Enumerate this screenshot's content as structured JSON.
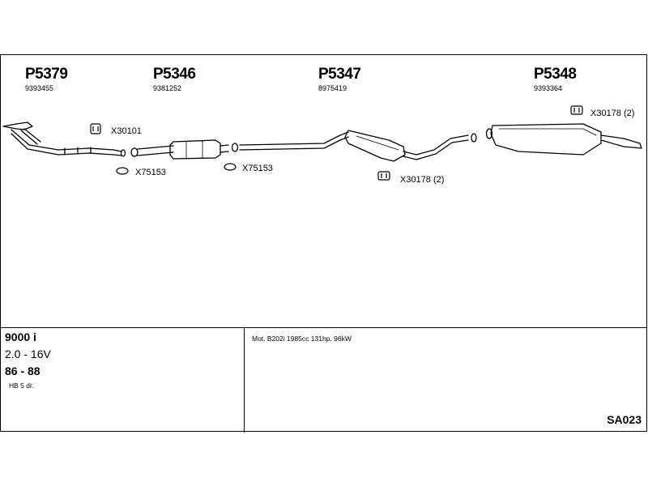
{
  "parts": [
    {
      "part_no": "P5379",
      "oe": "9393455"
    },
    {
      "part_no": "P5346",
      "oe": "9381252"
    },
    {
      "part_no": "P5347",
      "oe": "8975419"
    },
    {
      "part_no": "P5348",
      "oe": "9393364"
    }
  ],
  "fittings": {
    "f1": "X30101",
    "f2": "X75153",
    "f3": "X75153",
    "f4": "X30178 (2)",
    "f5": "X30178 (2)"
  },
  "vehicle": {
    "model": "9000 i",
    "engine": "2.0 - 16V",
    "years": "86 - 88",
    "body": "HB 5 dr."
  },
  "motor": "Mot. B202i 1985cc 131hp, 96kW",
  "system_code": "SA023"
}
